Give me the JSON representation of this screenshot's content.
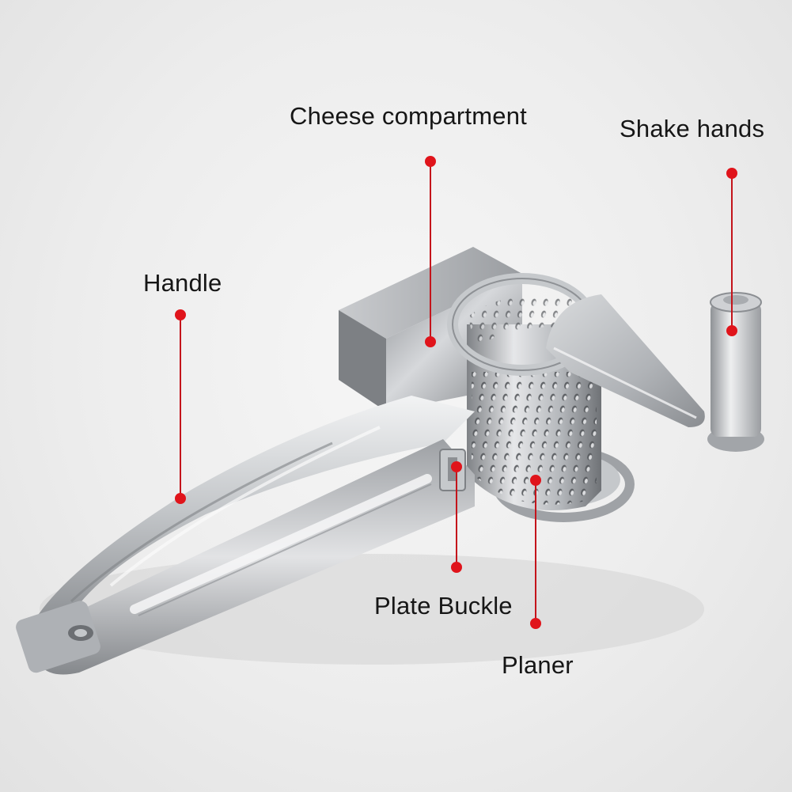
{
  "labels": {
    "cheese_compartment": "Cheese compartment",
    "shake_hands": "Shake hands",
    "handle": "Handle",
    "plate_buckle": "Plate Buckle",
    "planer": "Planer"
  },
  "colors": {
    "background": "#ececec",
    "callout": "#e0141b",
    "metal": "#b9bcc0"
  }
}
